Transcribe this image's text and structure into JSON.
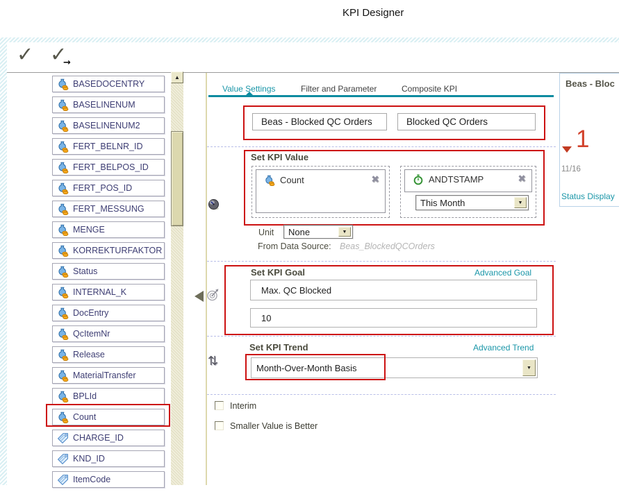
{
  "window": {
    "title": "KPI Designer"
  },
  "toolbar": {
    "confirm_glyph": "✓",
    "confirm_next_glyph": "✓",
    "arrow_glyph": "→"
  },
  "glyphs": {
    "up_arrow": "▲",
    "down_arrow": "▼",
    "remove_x": "✖",
    "trend_updown": "⇅"
  },
  "sidebar": {
    "fields": [
      {
        "label": "BASEDOCENTRY",
        "icon": "measure"
      },
      {
        "label": "BASELINENUM",
        "icon": "measure"
      },
      {
        "label": "BASELINENUM2",
        "icon": "measure"
      },
      {
        "label": "FERT_BELNR_ID",
        "icon": "measure"
      },
      {
        "label": "FERT_BELPOS_ID",
        "icon": "measure"
      },
      {
        "label": "FERT_POS_ID",
        "icon": "measure"
      },
      {
        "label": "FERT_MESSUNG",
        "icon": "measure"
      },
      {
        "label": "MENGE",
        "icon": "measure"
      },
      {
        "label": "KORREKTURFAKTOR",
        "icon": "measure"
      },
      {
        "label": "Status",
        "icon": "measure"
      },
      {
        "label": "INTERNAL_K",
        "icon": "measure"
      },
      {
        "label": "DocEntry",
        "icon": "measure"
      },
      {
        "label": "QcItemNr",
        "icon": "measure"
      },
      {
        "label": "Release",
        "icon": "measure"
      },
      {
        "label": "MaterialTransfer",
        "icon": "measure"
      },
      {
        "label": "BPLId",
        "icon": "measure"
      },
      {
        "label": "Count",
        "icon": "measure",
        "highlighted": true
      },
      {
        "label": "CHARGE_ID",
        "icon": "tag"
      },
      {
        "label": "KND_ID",
        "icon": "tag"
      },
      {
        "label": "ItemCode",
        "icon": "tag"
      }
    ]
  },
  "tabs": [
    {
      "label": "Value Settings",
      "active": true
    },
    {
      "label": "Filter and Parameter",
      "active": false
    },
    {
      "label": "Composite KPI",
      "active": false
    }
  ],
  "kpi_name": {
    "full": "Beas - Blocked QC Orders",
    "short": "Blocked QC Orders"
  },
  "value_section": {
    "title": "Set KPI Value",
    "measure": "Count",
    "time_field": "ANDTSTAMP",
    "time_period": "This Month",
    "unit_label": "Unit",
    "unit": "None",
    "datasource_label": "From Data Source:",
    "datasource": "Beas_BlockedQCOrders"
  },
  "goal_section": {
    "title": "Set KPI Goal",
    "advanced_link": "Advanced Goal",
    "goal_name": "Max. QC Blocked",
    "goal_value": "10"
  },
  "trend_section": {
    "title": "Set KPI Trend",
    "advanced_link": "Advanced Trend",
    "trend": "Month-Over-Month Basis"
  },
  "options": [
    {
      "label": "Interim",
      "checked": false
    },
    {
      "label": "Smaller Value is Better",
      "checked": false
    }
  ],
  "preview": {
    "title": "Beas - Bloc",
    "value": "1",
    "counter": "11/16",
    "status_link": "Status Display"
  },
  "colors": {
    "accent_teal": "#1a96a8",
    "annotation_red": "#cc1111",
    "kpi_value_red": "#d2422c"
  }
}
